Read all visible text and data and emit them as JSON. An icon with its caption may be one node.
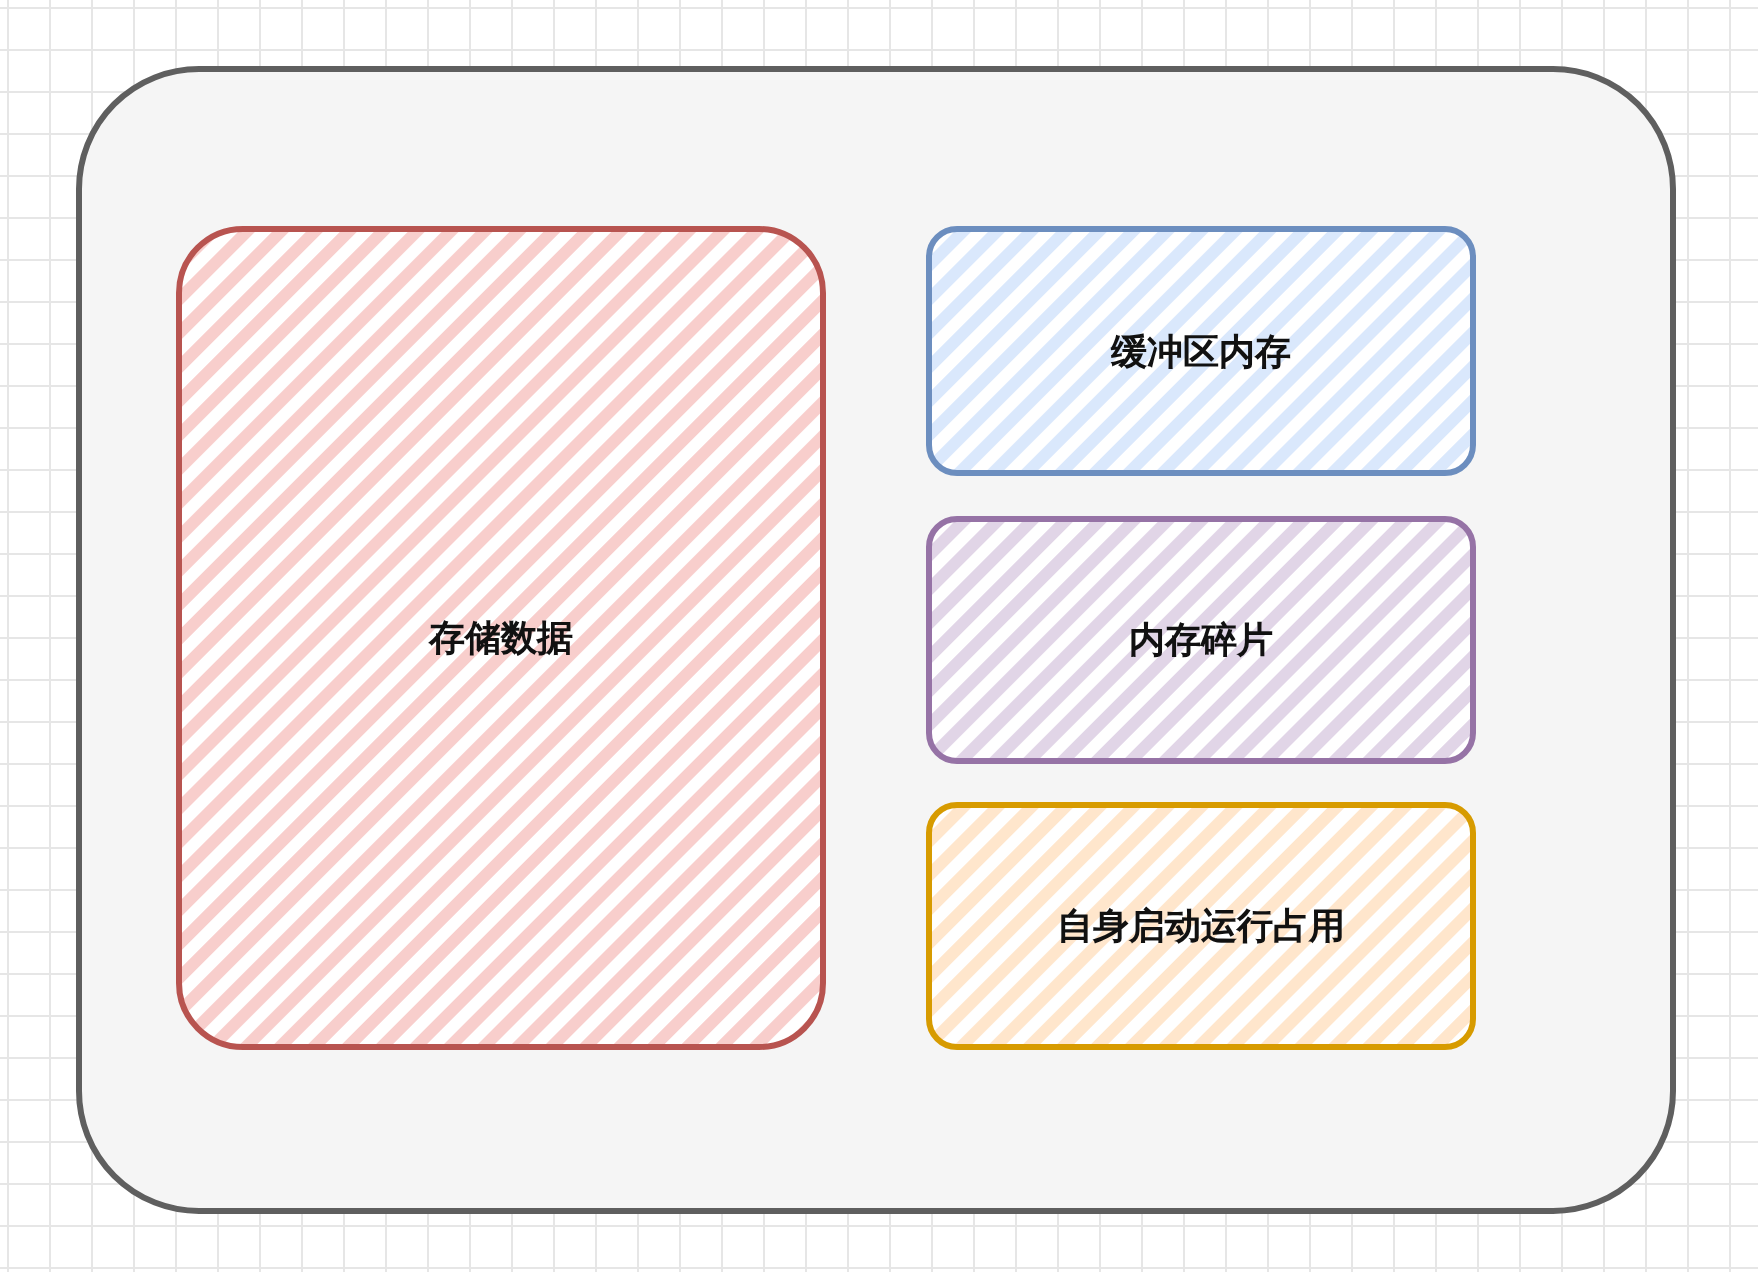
{
  "diagram": {
    "nodes": [
      {
        "text": [],
        "shape": "box"
      },
      {
        "text": [
          "存储数据"
        ],
        "in": 0
      },
      {
        "text": [
          "缓冲区内存"
        ],
        "in": 0
      },
      {
        "text": [
          "内存碎片"
        ],
        "in": 0
      },
      {
        "text": [
          "自身启动运行占用"
        ],
        "in": 0
      }
    ]
  }
}
